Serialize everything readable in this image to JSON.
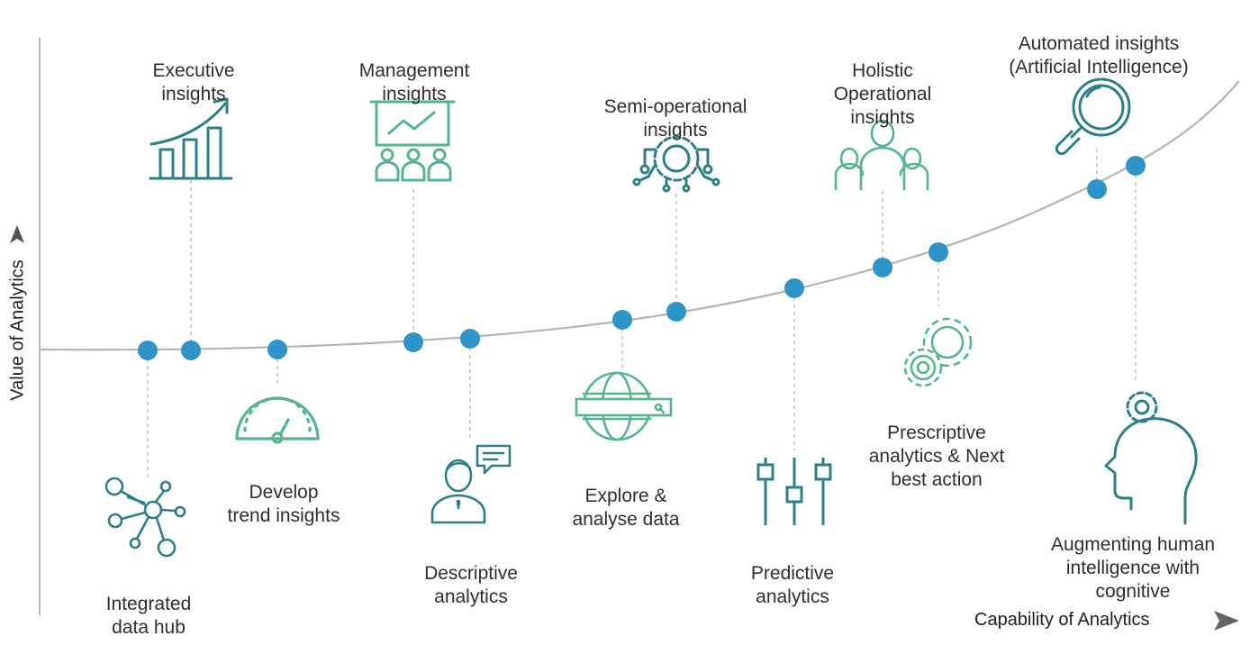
{
  "axes": {
    "y_label": "Value of Analytics",
    "x_label": "Capability of Analytics"
  },
  "colors": {
    "dot": "#2f95c9",
    "teal_icon": "#2f7f86",
    "green_icon": "#56b58c",
    "curve": "#b5b5b5",
    "connector": "#c2c2c2"
  },
  "top_labels": {
    "executive": [
      "Executive",
      "insights"
    ],
    "management": [
      "Management",
      "insights"
    ],
    "semi_operational": [
      "Semi-operational",
      "insights"
    ],
    "holistic": [
      "Holistic",
      "Operational",
      "insights"
    ],
    "automated": [
      "Automated insights",
      "(Artificial Intelligence)"
    ]
  },
  "bottom_labels": {
    "integrated": [
      "Integrated",
      "data hub"
    ],
    "develop": [
      "Develop",
      "trend insights"
    ],
    "descriptive": [
      "Descriptive",
      "analytics"
    ],
    "explore": [
      "Explore &",
      "analyse data"
    ],
    "predictive": [
      "Predictive",
      "analytics"
    ],
    "prescriptive": [
      "Prescriptive",
      "analytics & Next",
      "best action"
    ],
    "augmenting": [
      "Augmenting human",
      "intelligence with",
      "cognitive"
    ]
  },
  "icons": {
    "executive": "bar-chart-growth-icon",
    "management": "presentation-audience-icon",
    "semi_operational": "gear-circuit-icon",
    "holistic": "team-people-icon",
    "automated": "magnifier-icon",
    "integrated": "network-hub-icon",
    "develop": "speedometer-icon",
    "descriptive": "person-speech-icon",
    "explore": "globe-search-icon",
    "predictive": "sliders-icon",
    "prescriptive": "gears-icon",
    "augmenting": "head-gear-icon"
  }
}
